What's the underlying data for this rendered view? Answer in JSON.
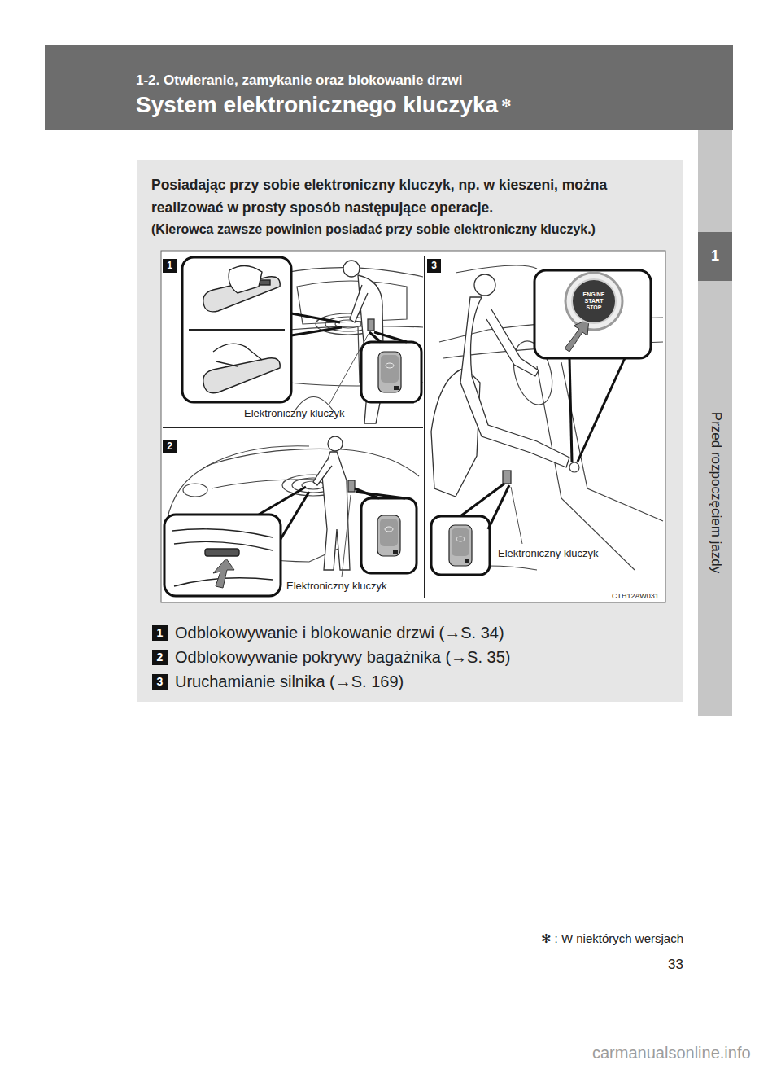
{
  "diagram": {
    "nodes": [
      {
        "text": [
          "1-2. Otwieranie, zamykanie oraz blokowanie drzwi",
          "System elektronicznego kluczyka"
        ]
      },
      {
        "text": [
          "1"
        ]
      },
      {
        "text": [
          "Posiadając przy sobie elektroniczny kluczyk, np. w kieszeni, można realizować w prosty sposób następujące operacje.",
          "(Kierowca zawsze powinien posiadać przy sobie elektroniczny kluczyk.)"
        ]
      },
      {
        "text": [
          "1"
        ],
        "in": 2
      },
      {
        "text": [
          "3"
        ],
        "in": 2
      },
      {
        "text": [
          "ENGINE START STOP"
        ],
        "in": 2
      },
      {
        "text": [
          "2"
        ],
        "in": 2
      },
      {
        "text": [
          "1"
        ],
        "in": 2
      },
      {
        "text": [
          "2"
        ],
        "in": 2
      },
      {
        "text": [
          "3"
        ],
        "in": 2
      }
    ],
    "labels": [
      "✻",
      "Przed rozpoczęciem jazdy",
      "Elektroniczny kluczyk",
      "Elektroniczny kluczyk",
      "Elektroniczny kluczyk",
      "CTH12AW031",
      "Odblokowywanie i blokowanie drzwi (→S. 34)",
      "Odblokowywanie pokrywy bagażnika (→S. 35)",
      "Uruchamianie silnika (→S. 169)",
      "✻ : W niektórych wersjach",
      "33",
      "carmanualsonline.info"
    ]
  }
}
